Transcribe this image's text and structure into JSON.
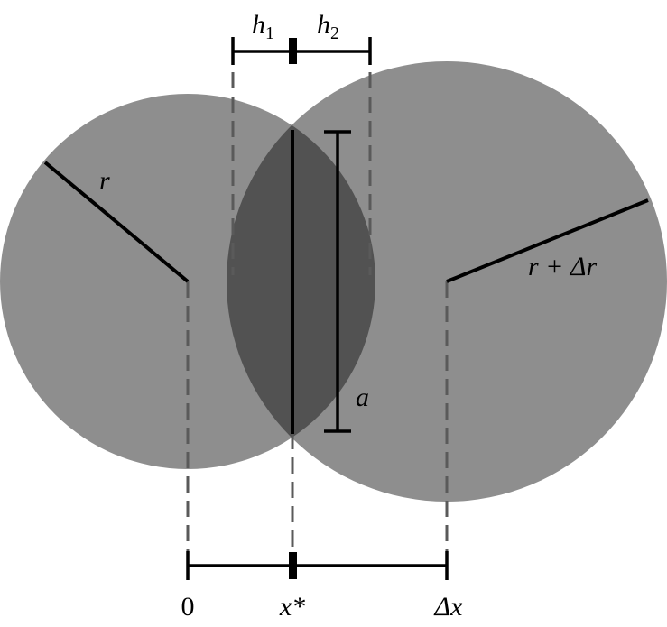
{
  "labels": {
    "radius_left": "r",
    "radius_right": "r + Δr",
    "h1_base": "h",
    "h1_sub": "1",
    "h2_base": "h",
    "h2_sub": "2",
    "chord": "a",
    "axis_origin": "0",
    "axis_xstar": "x*",
    "axis_dx": "Δx"
  },
  "colors": {
    "circle_fill": "#8e8e8e",
    "lens_fill": "#525252",
    "line": "#000000",
    "guide": "#5a5a5a"
  }
}
